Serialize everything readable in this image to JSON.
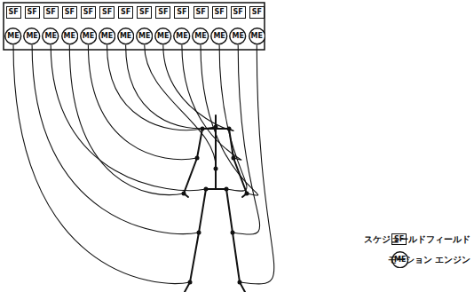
{
  "diagram": {
    "nodes": [
      {
        "text": [
          "SF"
        ]
      },
      {
        "text": [
          "SF"
        ]
      },
      {
        "text": [
          "SF"
        ]
      },
      {
        "text": [
          "SF"
        ]
      },
      {
        "text": [
          "SF"
        ]
      },
      {
        "text": [
          "SF"
        ]
      },
      {
        "text": [
          "SF"
        ]
      },
      {
        "text": [
          "SF"
        ]
      },
      {
        "text": [
          "SF"
        ]
      },
      {
        "text": [
          "SF"
        ]
      },
      {
        "text": [
          "SF"
        ]
      },
      {
        "text": [
          "SF"
        ]
      },
      {
        "text": [
          "SF"
        ]
      },
      {
        "text": [
          "SF"
        ]
      },
      {
        "text": [
          "ME"
        ]
      },
      {
        "text": [
          "ME"
        ]
      },
      {
        "text": [
          "ME"
        ]
      },
      {
        "text": [
          "ME"
        ]
      },
      {
        "text": [
          "ME"
        ]
      },
      {
        "text": [
          "ME"
        ]
      },
      {
        "text": [
          "ME"
        ]
      },
      {
        "text": [
          "ME"
        ]
      },
      {
        "text": [
          "ME"
        ]
      },
      {
        "text": [
          "ME"
        ]
      },
      {
        "text": [
          "ME"
        ]
      },
      {
        "text": [
          "ME"
        ]
      },
      {
        "text": [
          "ME"
        ]
      },
      {
        "text": [
          "ME"
        ]
      }
    ],
    "labels": [
      "SF",
      "ME"
    ],
    "legend": [
      {
        "text": "スケジュールドフィールド"
      },
      {
        "text": "モーション エンジン"
      }
    ]
  }
}
